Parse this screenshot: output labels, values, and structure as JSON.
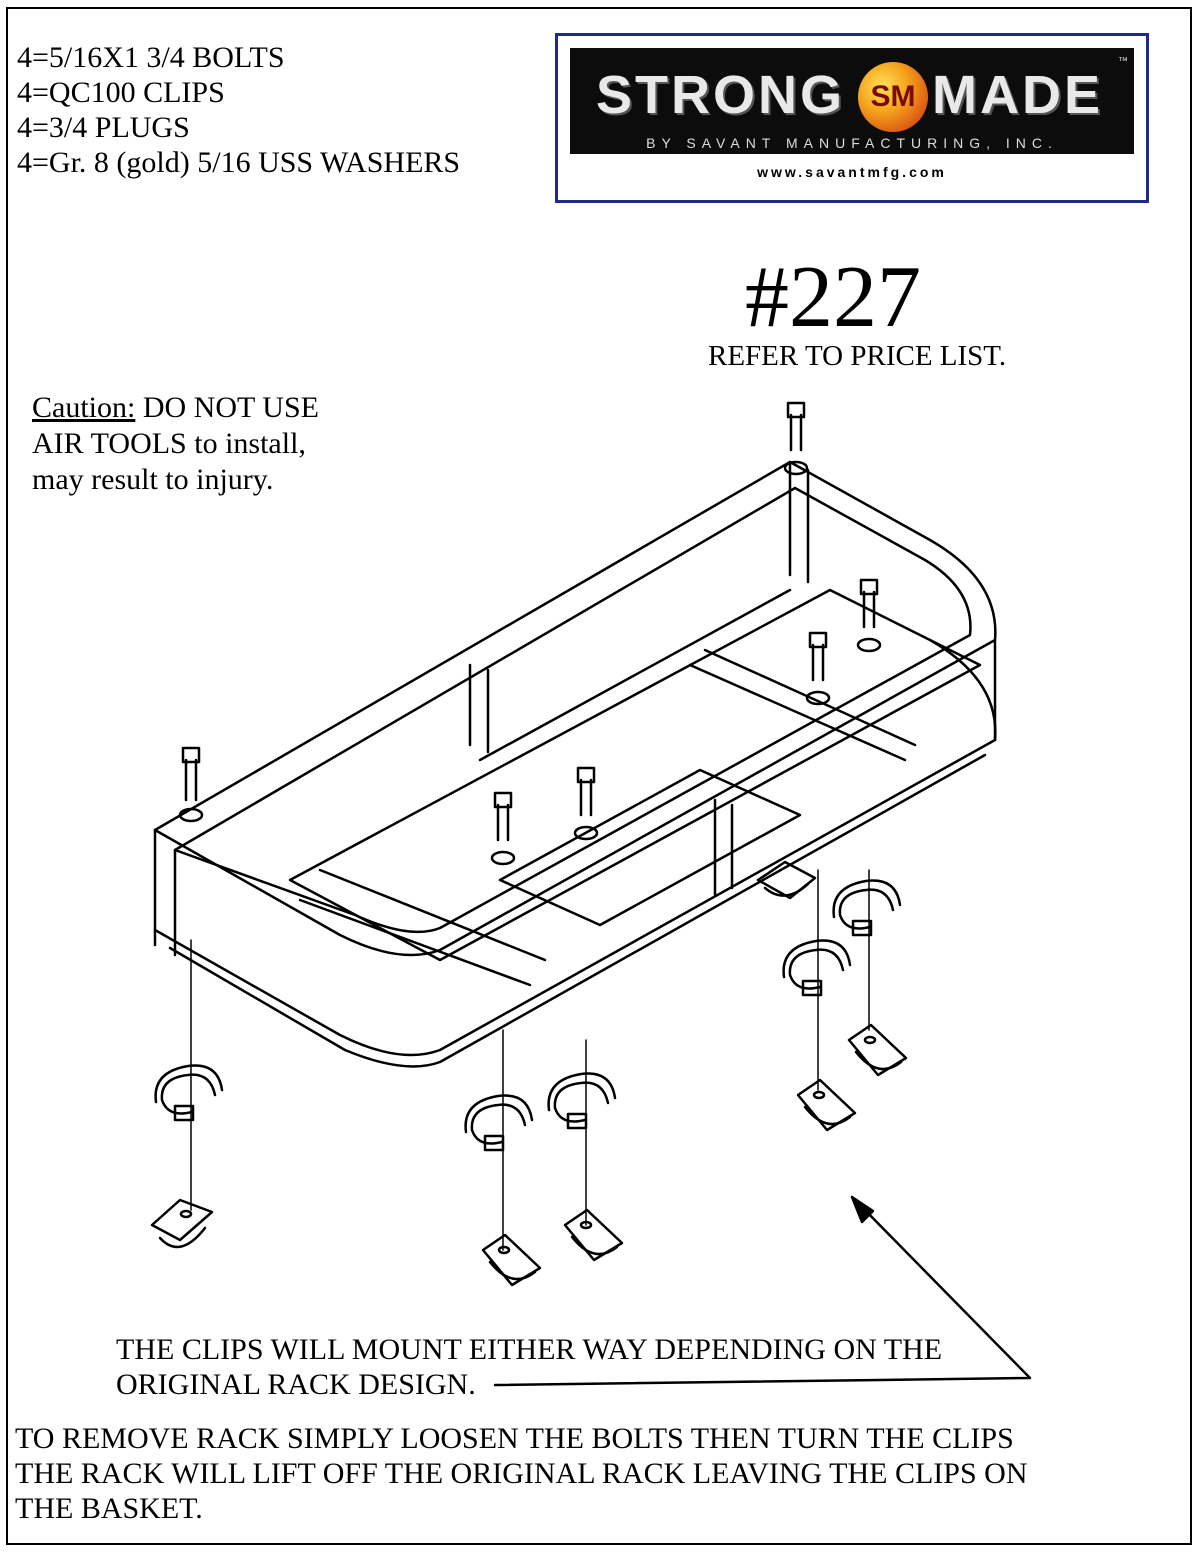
{
  "parts_list": [
    "4=5/16X1 3/4 BOLTS",
    "4=QC100 CLIPS",
    "4=3/4 PLUGS",
    "4=Gr. 8 (gold) 5/16 USS WASHERS"
  ],
  "logo": {
    "brand_left": "STRONG",
    "brand_mark": "SM",
    "brand_right": "MADE",
    "trademark": "™",
    "company": "BY SAVANT MANUFACTURING, INC.",
    "website": "www.savantmfg.com",
    "colors": {
      "border": "#1f2a8a",
      "background": "#0c0c0c",
      "mark": "#f4a21a"
    }
  },
  "model_number": "#227",
  "price_note": "REFER TO PRICE LIST.",
  "caution": {
    "label": "Caution:",
    "line1_rest": " DO NOT USE",
    "line2": "AIR TOOLS to install,",
    "line3": "may result to injury."
  },
  "notes": {
    "clips_line1": "THE CLIPS WILL MOUNT EITHER WAY DEPENDING ON THE",
    "clips_line2": "ORIGINAL RACK DESIGN.",
    "remove_line1": "TO REMOVE RACK SIMPLY LOOSEN THE BOLTS THEN TURN THE CLIPS",
    "remove_line2": "THE RACK WILL LIFT OFF THE ORIGINAL RACK LEAVING THE CLIPS ON",
    "remove_line3": "THE BASKET."
  }
}
